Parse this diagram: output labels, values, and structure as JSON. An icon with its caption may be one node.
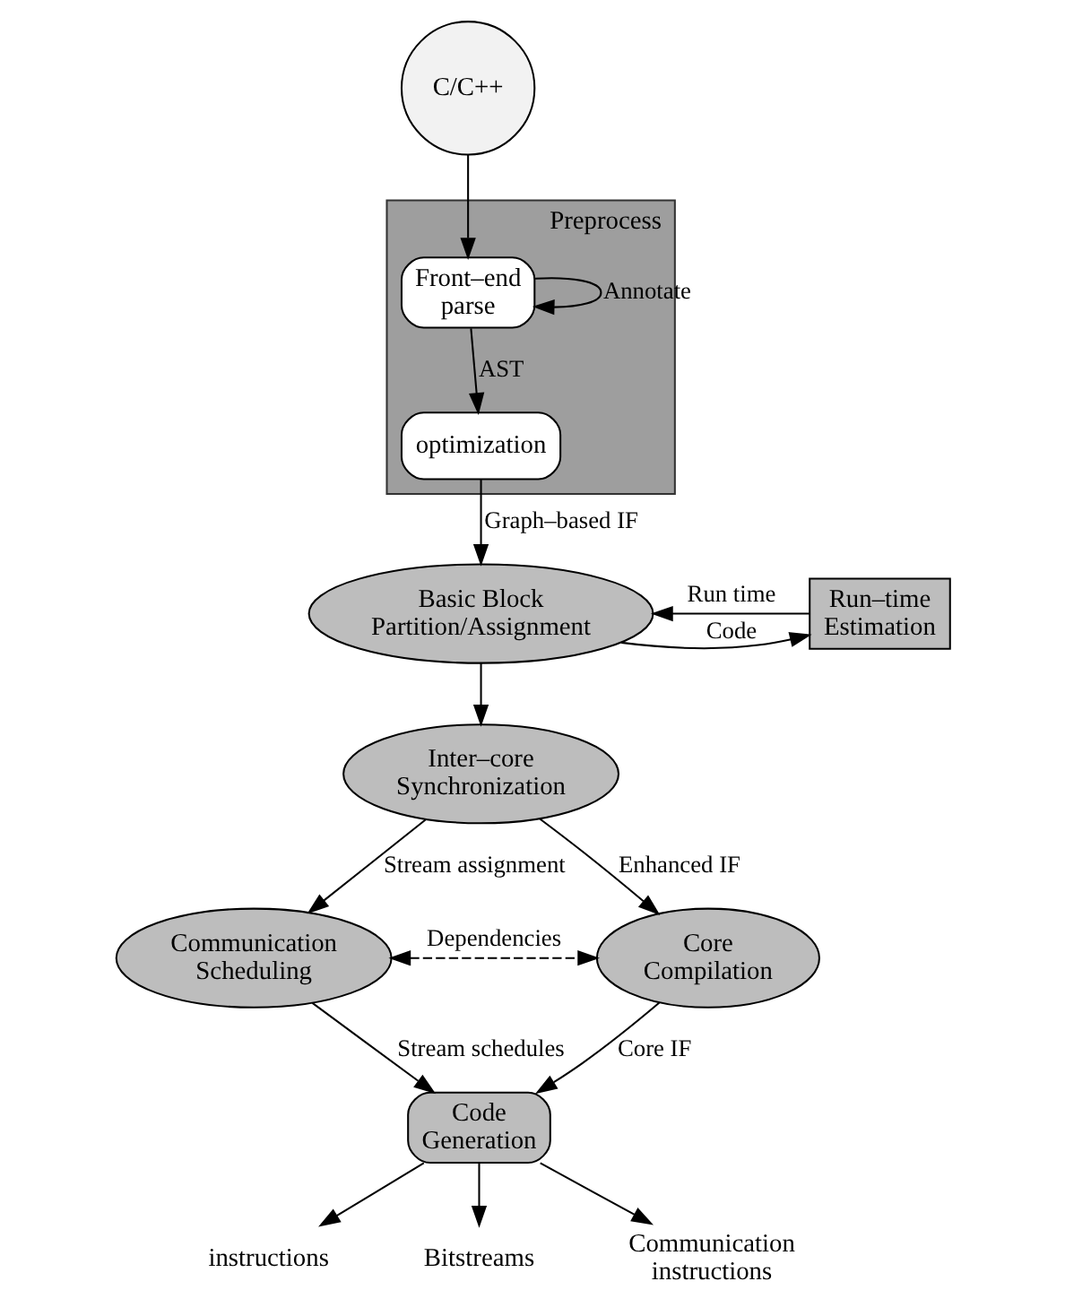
{
  "diagram": {
    "nodes": [
      {
        "text": [
          "C/C++"
        ]
      },
      {
        "text": [
          "Preprocess"
        ]
      },
      {
        "text": [
          "Front–end parse"
        ],
        "in": 1
      },
      {
        "text": [
          "optimization"
        ],
        "in": 1
      },
      {
        "text": [
          "Basic Block Partition/Assignment"
        ]
      },
      {
        "text": [
          "Run–time Estimation"
        ]
      },
      {
        "text": [
          "Inter–core Synchronization"
        ]
      },
      {
        "text": [
          "Communication Scheduling"
        ]
      },
      {
        "text": [
          "Core Compilation"
        ]
      },
      {
        "text": [
          "Code Generation"
        ]
      },
      {
        "text": [
          "instructions"
        ]
      },
      {
        "text": [
          "Bitstreams"
        ]
      },
      {
        "text": [
          "Communication instructions"
        ]
      }
    ],
    "edges": [
      {
        "from": 0,
        "to": 2,
        "arrow": "to"
      },
      {
        "from": 2,
        "to": 2,
        "arrow": "to",
        "label": "Annotate"
      },
      {
        "from": 2,
        "to": 3,
        "arrow": "to",
        "label": "AST"
      },
      {
        "from": 3,
        "to": 4,
        "arrow": "to",
        "label": "Graph–based IF"
      },
      {
        "from": 4,
        "to": 5,
        "arrow": "to",
        "label": "Code"
      },
      {
        "from": 5,
        "to": 4,
        "arrow": "to",
        "label": "Run time"
      },
      {
        "from": 4,
        "to": 6,
        "arrow": "to"
      },
      {
        "from": 6,
        "to": 7,
        "arrow": "to",
        "label": "Stream assignment"
      },
      {
        "from": 6,
        "to": 8,
        "arrow": "to",
        "label": "Enhanced IF"
      },
      {
        "from": 7,
        "to": 8,
        "arrow": "both",
        "style": "dashed",
        "label": "Dependencies"
      },
      {
        "from": 7,
        "to": 9,
        "arrow": "to",
        "label": "Stream schedules"
      },
      {
        "from": 8,
        "to": 9,
        "arrow": "to",
        "label": "Core IF"
      },
      {
        "from": 9,
        "to": 10,
        "arrow": "to"
      },
      {
        "from": 9,
        "to": 11,
        "arrow": "to"
      },
      {
        "from": 9,
        "to": 12,
        "arrow": "to"
      }
    ]
  }
}
